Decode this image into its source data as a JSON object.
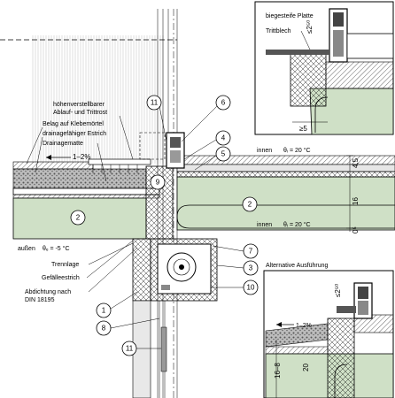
{
  "colors": {
    "concrete": "#cfe0c6",
    "concrete_dark": "#b9d1ae",
    "insulation": "#d8d8d8",
    "gravel": "#9a9a9a",
    "steel": "#555555",
    "background": "#ffffff"
  },
  "labels": {
    "grate": "höhenverstellbarer",
    "grate2": "Ablauf- und Trittrost",
    "belag": "Belag auf Klebemörtel",
    "estrich": "drainagefähiger Estrich",
    "drainmat": "Drainagematte",
    "slope_main": "1–2%",
    "inside_top": "innen",
    "theta_i_top": "θᵢ = 20 °C",
    "inside_bottom": "innen",
    "theta_i_bottom": "θᵢ = 20 °C",
    "outside": "außen",
    "theta_e": "θₑ = -5 °C",
    "trennlage": "Trennlage",
    "gefaelle": "Gefälleestrich",
    "abdichtung": "Abdichtung nach",
    "din": "DIN 18195",
    "bent_plate": "biegesteife Platte",
    "trittblech": "Trittblech",
    "alt_title": "Alternative Ausführung",
    "slope_alt": "1–2%"
  },
  "dimensions": {
    "d45": "4,5",
    "d16": "16",
    "d0_5": "0⁵",
    "d50_top": "≤2⁵⁰",
    "d5": "≥5",
    "d50_alt": "≤2⁵⁰",
    "d16_8": "16–8",
    "d20": "20"
  },
  "callouts": {
    "c1": "1",
    "c2a": "2",
    "c2b": "2",
    "c3": "3",
    "c4": "4",
    "c5": "5",
    "c6": "6",
    "c7": "7",
    "c8": "8",
    "c9": "9",
    "c10": "10",
    "c11a": "11",
    "c11b": "11"
  }
}
